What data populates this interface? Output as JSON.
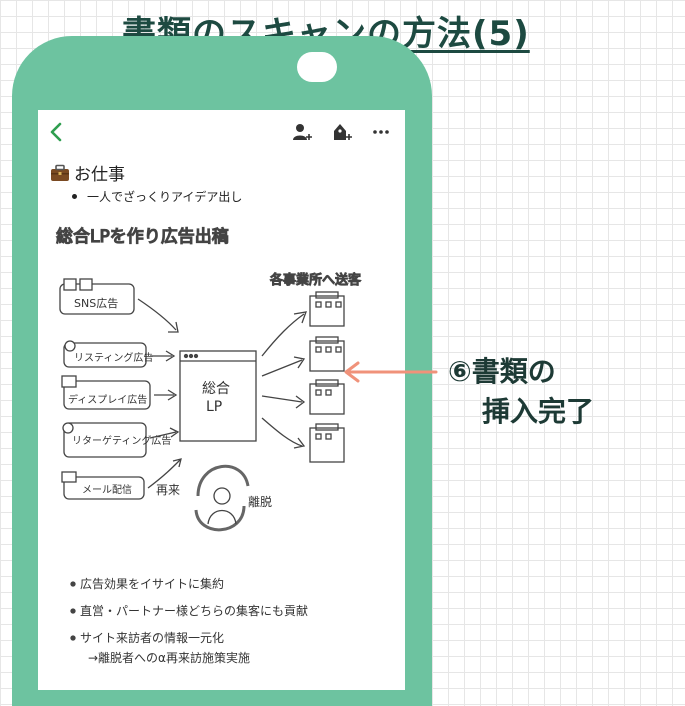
{
  "page_title": "書類のスキャンの方法(5)",
  "annotation": {
    "line1": "⑥書類の",
    "line2": "挿入完了",
    "arrow_color": "#f0927a"
  },
  "note": {
    "heading": "お仕事",
    "bullet": "一人でざっくりアイデア出し"
  },
  "toolbar": {
    "icons": [
      "back-arrow-icon",
      "add-person-icon",
      "add-tag-icon",
      "more-icon"
    ]
  },
  "sketch": {
    "title": "総合LPを作り広告出稿",
    "offices_label": "各事業所へ送客",
    "sources": [
      "SNS広告",
      "リスティング広告",
      "ディスプレイ広告",
      "リターゲティング広告",
      "メール配信"
    ],
    "lp_label_1": "総合",
    "lp_label_2": "LP",
    "revisit_label": "再来",
    "churn_label": "離脱",
    "notes": [
      "広告効果をイサイトに集約",
      "直営・パートナー様どちらの集客にも貢献",
      "サイト来訪者の情報一元化",
      "→離脱者へのα再来訪施策実施"
    ]
  },
  "colors": {
    "phone_frame": "#6dc3a0",
    "title": "#1d4a41",
    "accent_green": "#2e9e4f"
  }
}
